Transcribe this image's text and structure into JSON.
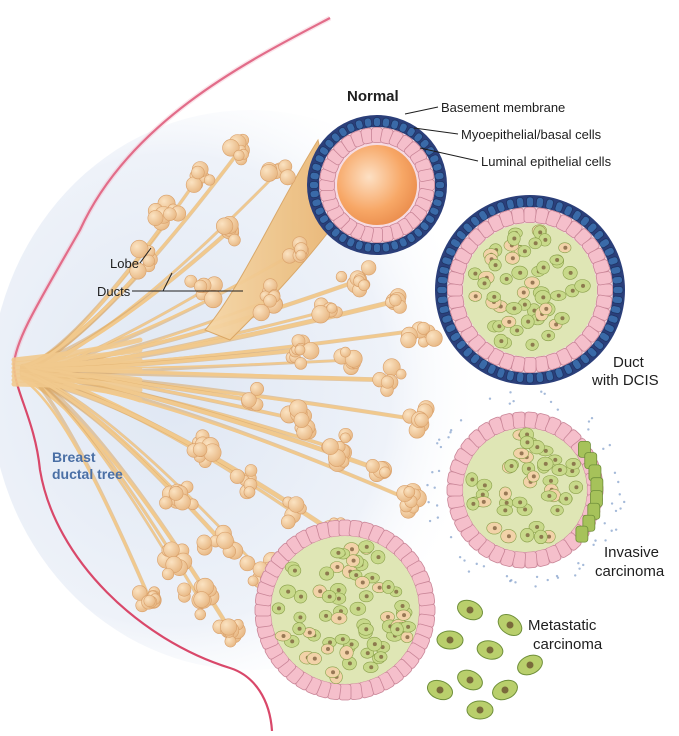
{
  "labels": {
    "normal": "Normal",
    "basement_membrane": "Basement membrane",
    "myoepithelial": "Myoepithelial/basal cells",
    "luminal": "Luminal epithelial cells",
    "lobe": "Lobe",
    "ducts": "Ducts",
    "breast_ductal_tree_1": "Breast",
    "breast_ductal_tree_2": "ductal tree",
    "dcis_1": "Duct",
    "dcis_2": "with DCIS",
    "invasive_1": "Invasive",
    "invasive_2": "carcinoma",
    "metastatic_1": "Metastatic",
    "metastatic_2": "carcinoma"
  },
  "colors": {
    "skin_outline": "#d9486a",
    "tissue_glow": "#dfe7f3",
    "duct": "#f1c98d",
    "duct_dark": "#d9a563",
    "lobule": "#f3cfa0",
    "basement": "#2b3f7a",
    "myo_cell": "#3a6aa8",
    "luminal_cell": "#f5bfcb",
    "lumen": "#f7a766",
    "tumor_green": "#c8d98a",
    "tumor_dark": "#6f8f3a",
    "label_blue": "#4a6fa5"
  }
}
